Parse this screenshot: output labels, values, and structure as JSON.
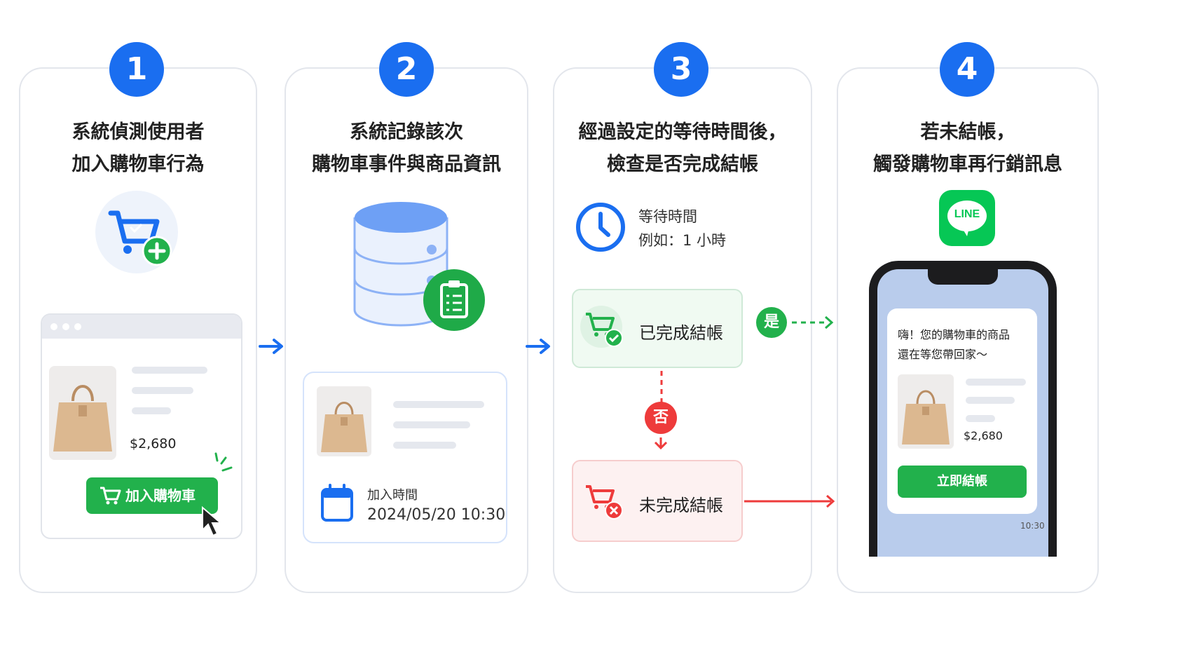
{
  "steps": [
    {
      "number": "1",
      "title_line1": "系統偵測使用者",
      "title_line2": "加入購物車行為"
    },
    {
      "number": "2",
      "title_line1": "系統記錄該次",
      "title_line2": "購物車事件與商品資訊"
    },
    {
      "number": "3",
      "title_line1": "經過設定的等待時間後，",
      "title_line2": "檢查是否完成結帳"
    },
    {
      "number": "4",
      "title_line1": "若未結帳，",
      "title_line2": "觸發購物車再行銷訊息"
    }
  ],
  "step1": {
    "price": "$2,680",
    "add_to_cart_label": "加入購物車"
  },
  "step2": {
    "time_label": "加入時間",
    "time_value": "2024/05/20 10:30"
  },
  "step3": {
    "wait_label": "等待時間",
    "wait_example": "例如：1 小時",
    "completed_label": "已完成結帳",
    "not_completed_label": "未完成結帳",
    "yes_label": "是",
    "no_label": "否"
  },
  "step4": {
    "line_logo_text": "LINE",
    "message_line1": "嗨！您的購物車的商品",
    "message_line2": "還在等您帶回家～",
    "price": "$2,680",
    "checkout_label": "立即結帳",
    "timestamp": "10:30"
  },
  "colors": {
    "accent_blue": "#1a6ef0",
    "green": "#22b14c",
    "red": "#ee3b3b",
    "line_green": "#06c755"
  }
}
